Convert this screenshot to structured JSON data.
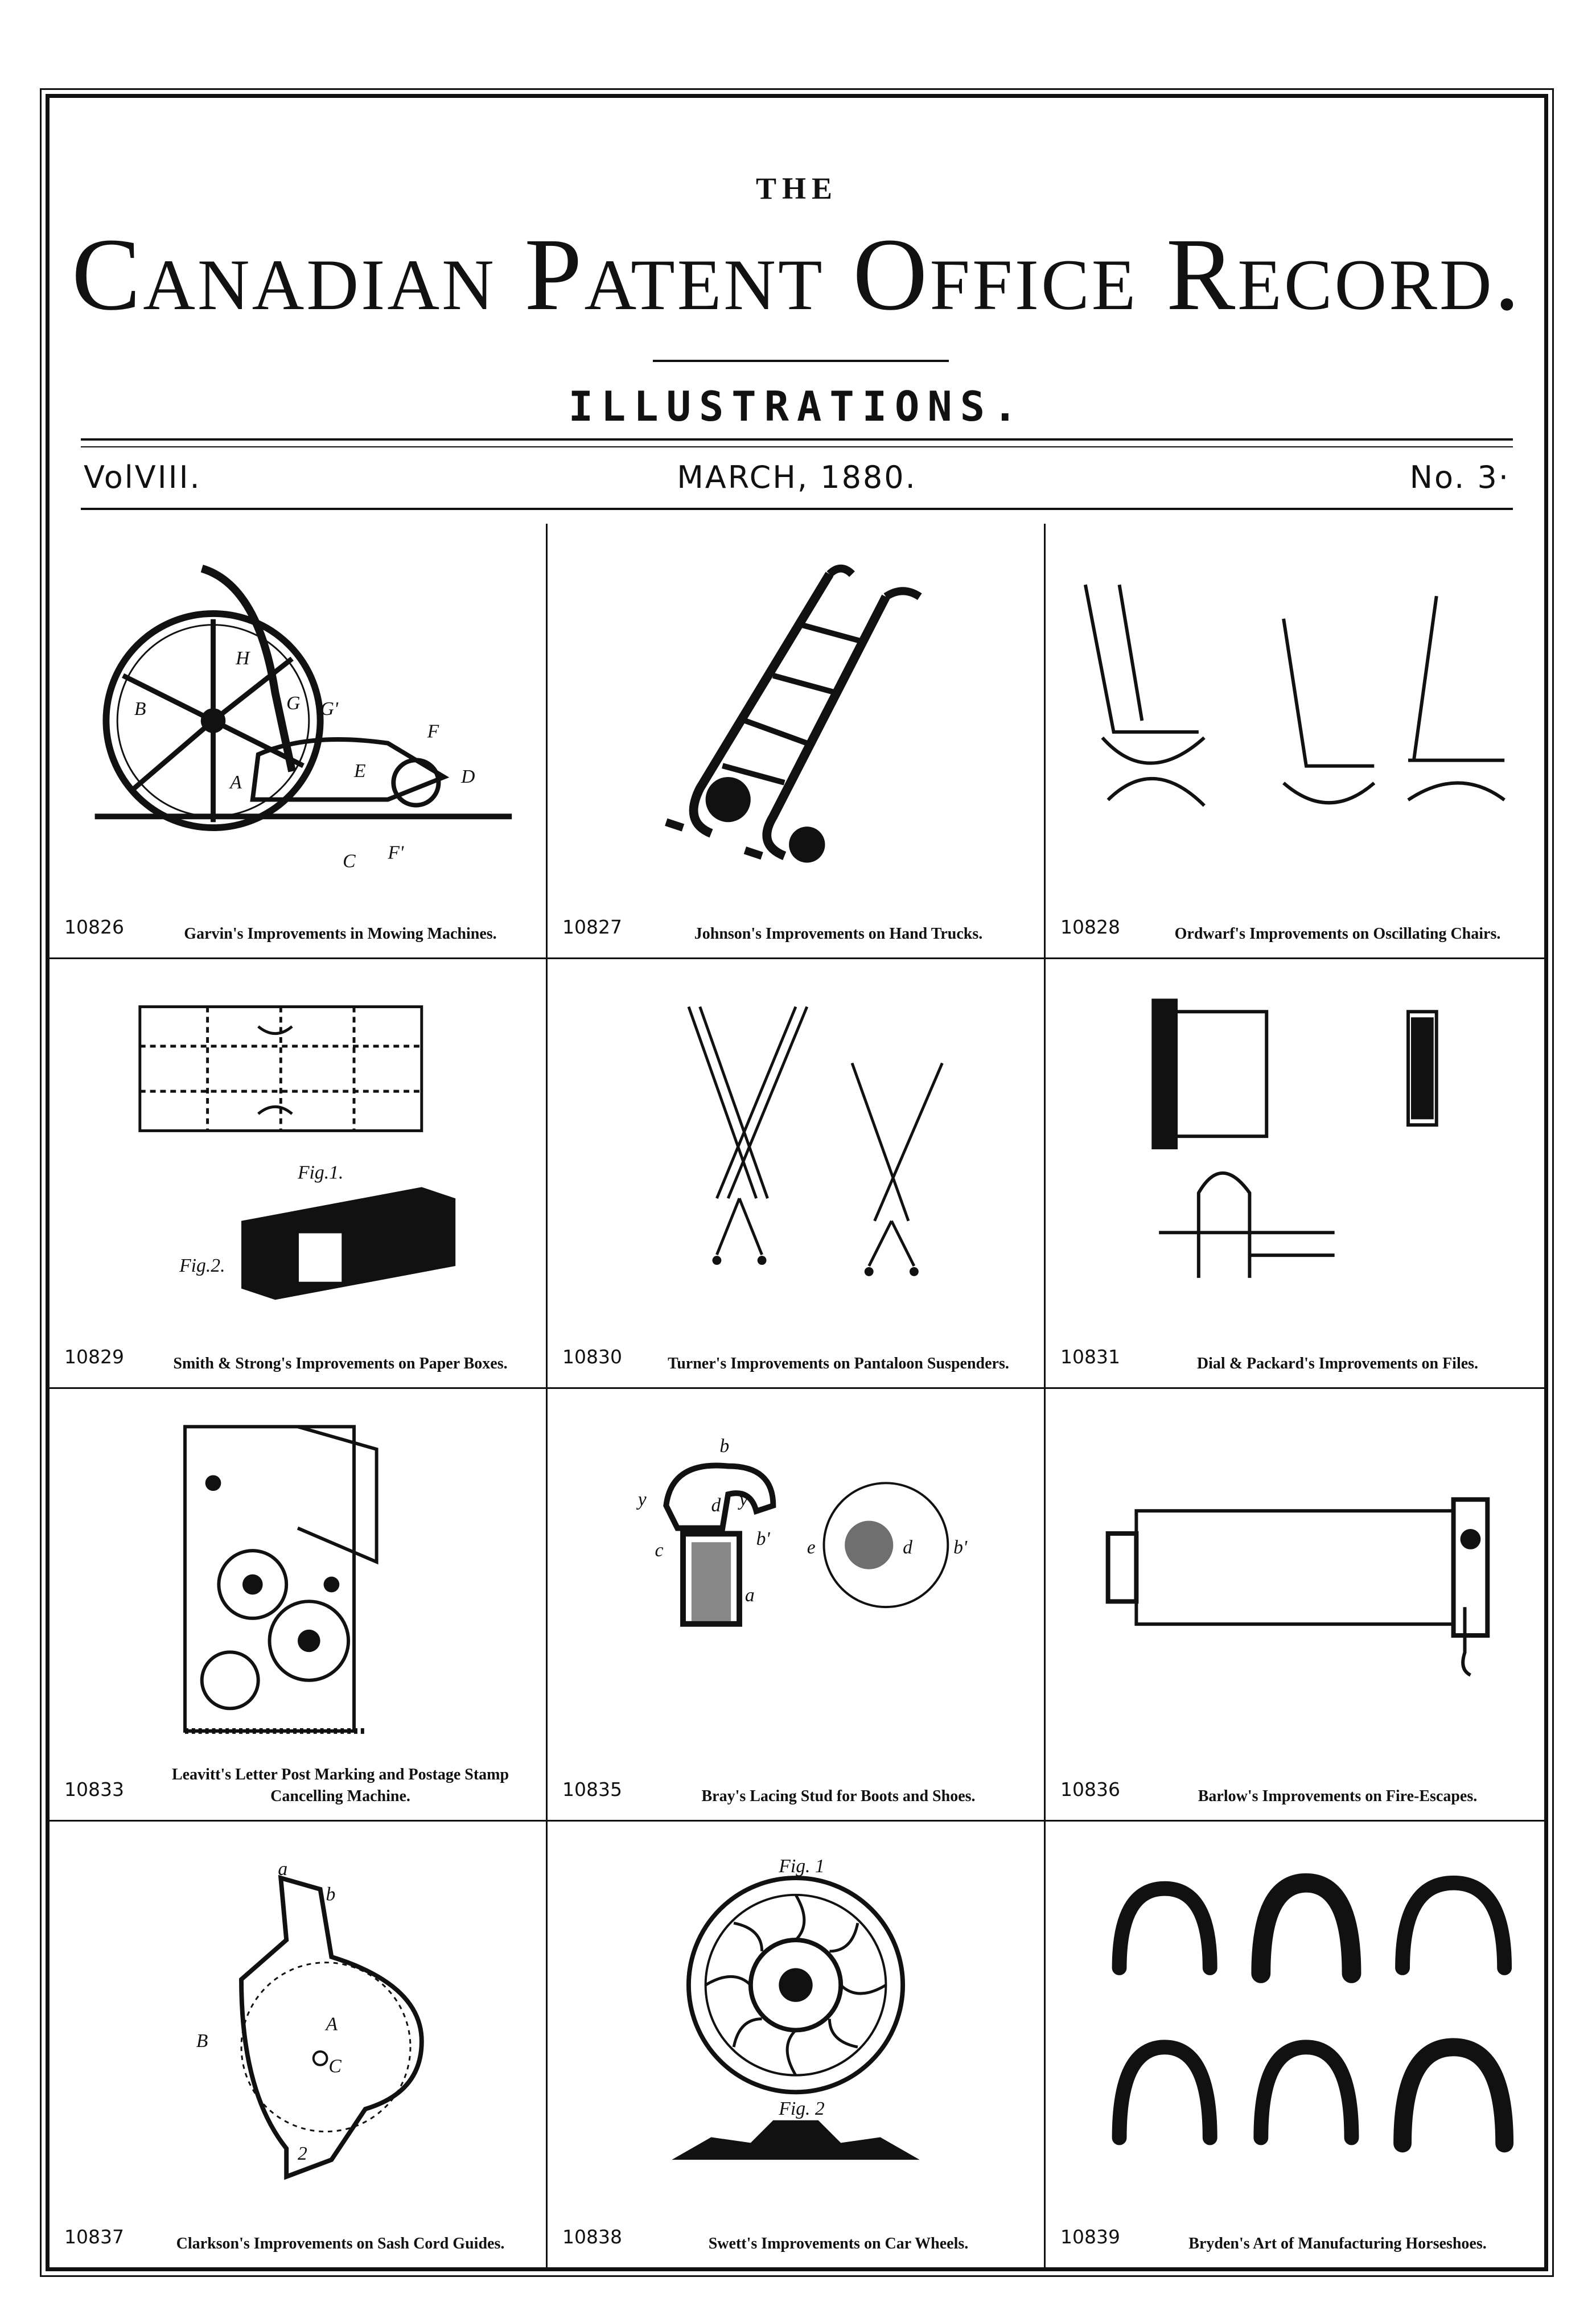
{
  "header": {
    "the": "THE",
    "title": "Canadian Patent Office Record.",
    "subtitle": "ILLUSTRATIONS.",
    "volume": "VolVIII.",
    "date": "MARCH, 1880.",
    "number": "No. 3·"
  },
  "plates": [
    {
      "number": "10826",
      "caption": "Garvin's Improvements in Mowing Machines.",
      "icon": "mowing-machine-drawing"
    },
    {
      "number": "10827",
      "caption": "Johnson's Improvements on Hand Trucks.",
      "icon": "hand-truck-drawing"
    },
    {
      "number": "10828",
      "caption": "Ordwarf's Improvements on Oscillating Chairs.",
      "icon": "oscillating-chair-drawing"
    },
    {
      "number": "10829",
      "caption": "Smith & Strong's Improvements on Paper Boxes.",
      "icon": "paper-box-drawing"
    },
    {
      "number": "10830",
      "caption": "Turner's Improvements on Pantaloon Suspenders.",
      "icon": "suspenders-drawing"
    },
    {
      "number": "10831",
      "caption": "Dial & Packard's Improvements on Files.",
      "icon": "file-holder-drawing"
    },
    {
      "number": "10833",
      "caption": "Leavitt's Letter Post Marking and Postage Stamp Cancelling Machine.",
      "icon": "stamp-machine-drawing"
    },
    {
      "number": "10835",
      "caption": "Bray's Lacing Stud for Boots and Shoes.",
      "icon": "lacing-stud-drawing"
    },
    {
      "number": "10836",
      "caption": "Barlow's Improvements on Fire-Escapes.",
      "icon": "fire-escape-drawing"
    },
    {
      "number": "10837",
      "caption": "Clarkson's Improvements on Sash Cord Guides.",
      "icon": "sash-cord-guide-drawing"
    },
    {
      "number": "10838",
      "caption": "Swett's Improvements on Car Wheels.",
      "icon": "car-wheel-drawing"
    },
    {
      "number": "10839",
      "caption": "Bryden's Art of Manufacturing Horseshoes.",
      "icon": "horseshoe-drawing"
    }
  ],
  "figure_labels": {
    "mower": [
      "H",
      "B",
      "G",
      "G'",
      "F",
      "A",
      "E",
      "D",
      "C",
      "F'"
    ],
    "box": [
      "Fig.1.",
      "Fig.2."
    ],
    "stud": [
      "b",
      "y",
      "d",
      "y",
      "c",
      "a",
      "b'",
      "e",
      "d",
      "b'"
    ],
    "sash": [
      "a",
      "b",
      "A",
      "B",
      "C",
      "2"
    ],
    "wheel": [
      "Fig. 1",
      "Fig. 2"
    ]
  }
}
